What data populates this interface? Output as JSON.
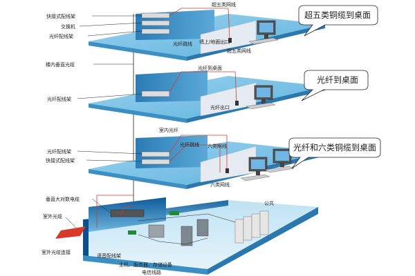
{
  "callouts": {
    "floor1": "超五类铜缆到桌面",
    "floor2": "光纤到桌面",
    "floor3": "光纤和六类铜缆到桌面"
  },
  "labels": {
    "quick_patch_panel_top": "快接式配线架",
    "switch": "交换机",
    "fiber_patch_panel_top": "光纤配线架",
    "vertical_fiber": "楼内垂直光缆",
    "fiber_patch_panel_mid": "光纤配线架",
    "fiber_patch_panel_low": "光纤配线架",
    "quick_patch_panel_low": "快接式配线架",
    "vertical_copper": "垂直大对数电缆",
    "outdoor_fiber": "室外光缆",
    "outdoor_fiber_conn": "室外光缆连接",
    "cat5e_cable_top": "超五类网线",
    "fiber_jumper_top": "光纤跳线",
    "wall_outlet": "墙上/地面出口",
    "cat5e_cable_desk": "超五类网线",
    "fiber_to_desk": "光纤到桌面",
    "fiber_outlet": "光纤出口",
    "indoor_fiber": "室内光纤",
    "fiber_jumper_low": "光纤跳线",
    "cat6_cable_top": "六类网线",
    "cat6_cable_desk": "六类网线",
    "voice_patch_panel": "语音配线架",
    "host_servers": "主机、服务器、存储设备",
    "telecom_line": "电信线路",
    "small_tag": "公共"
  },
  "colors": {
    "floor_top": "#7cc4e8",
    "floor_edge": "#3c8fc3",
    "wall": "#1f6fa8",
    "partition": "#dfe6ec",
    "basement_wall": "#0b4f8c",
    "red_line": "#d83a2a"
  }
}
